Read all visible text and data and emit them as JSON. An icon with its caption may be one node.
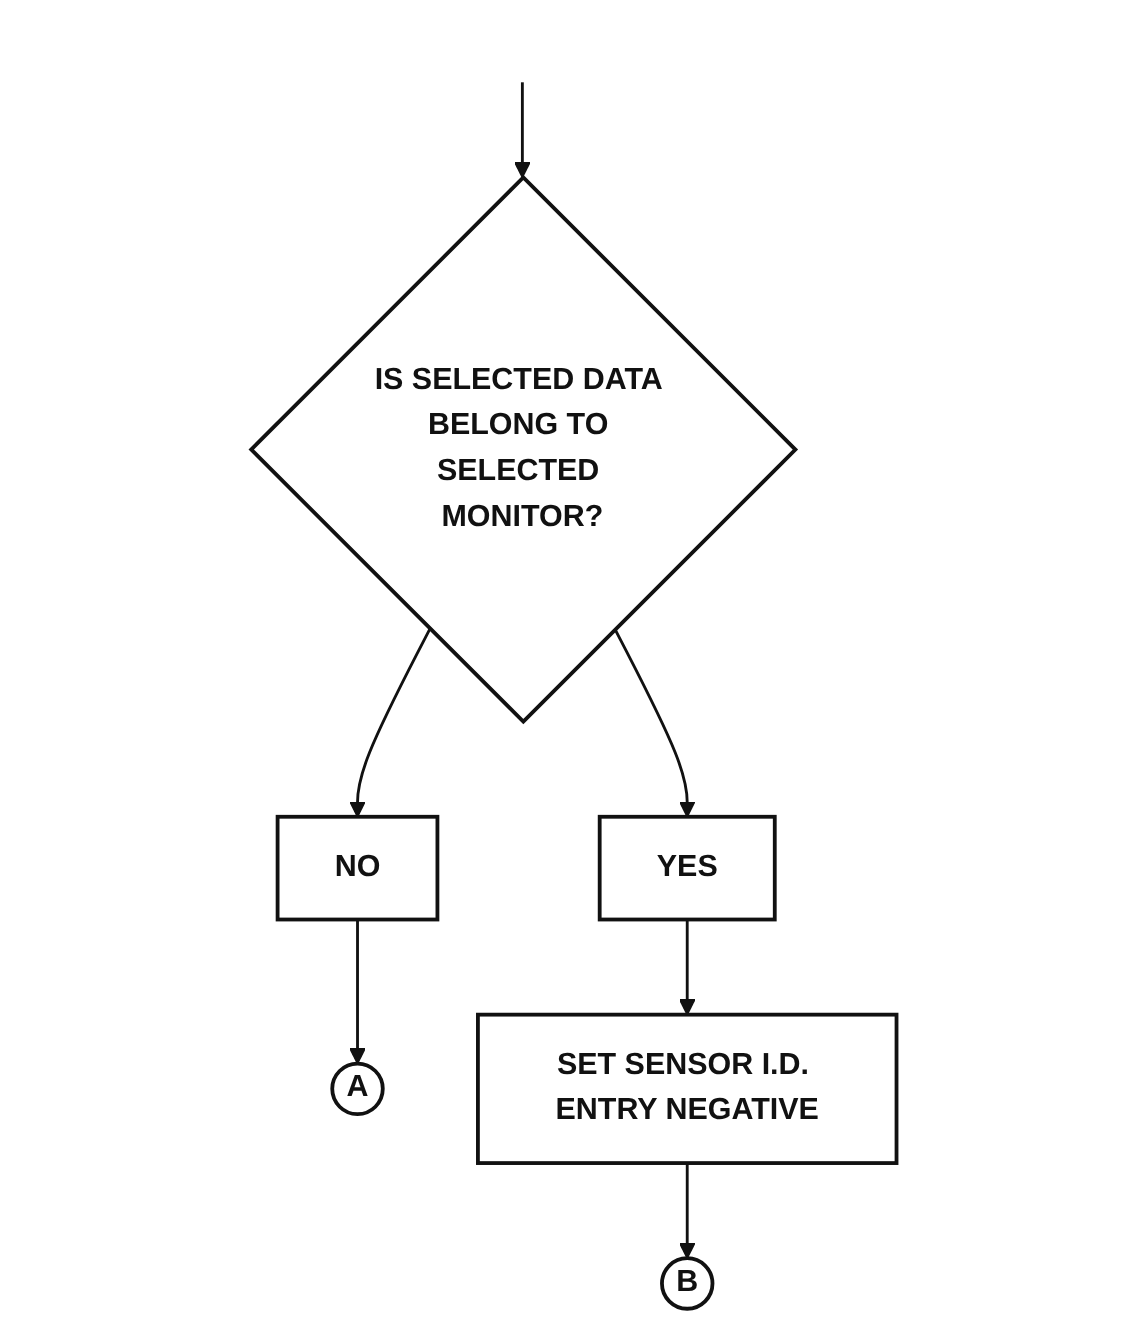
{
  "diagram": {
    "nodes": [
      {
        "text": [
          "B"
        ]
      },
      {
        "text": [
          "A"
        ]
      },
      {
        "text": [
          "IS SELECTED DATA BELONG TO SELECTED MONITOR?"
        ]
      },
      {
        "text": [
          "NO"
        ]
      },
      {
        "text": [
          "YES"
        ]
      },
      {
        "text": [
          "SET SENSOR I.D. ENTRY NEGATIVE"
        ]
      }
    ],
    "edges": [
      {
        "from": null,
        "to": 2,
        "arrow": "to"
      },
      {
        "from": 2,
        "to": 3,
        "arrow": "to"
      },
      {
        "from": 3,
        "to": 1,
        "arrow": "to"
      },
      {
        "from": 2,
        "to": 4,
        "arrow": "to"
      },
      {
        "from": 4,
        "to": 5,
        "arrow": "to"
      },
      {
        "from": 5,
        "to": 0,
        "arrow": "to"
      }
    ]
  }
}
